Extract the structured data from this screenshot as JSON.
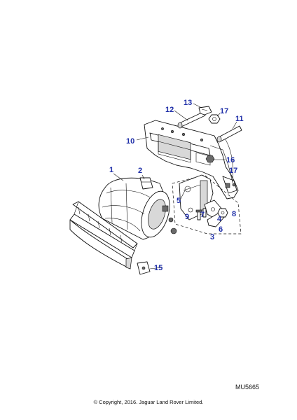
{
  "diagram": {
    "callouts": [
      {
        "id": "c1",
        "label": "1"
      },
      {
        "id": "c2",
        "label": "2"
      },
      {
        "id": "c3",
        "label": "3"
      },
      {
        "id": "c4",
        "label": "4"
      },
      {
        "id": "c5",
        "label": "5"
      },
      {
        "id": "c6",
        "label": "6"
      },
      {
        "id": "c7",
        "label": "7"
      },
      {
        "id": "c8",
        "label": "8"
      },
      {
        "id": "c9",
        "label": "9"
      },
      {
        "id": "c10",
        "label": "10"
      },
      {
        "id": "c11",
        "label": "11"
      },
      {
        "id": "c12",
        "label": "12"
      },
      {
        "id": "c13",
        "label": "13"
      },
      {
        "id": "c15",
        "label": "15"
      },
      {
        "id": "c16",
        "label": "16"
      },
      {
        "id": "c17a",
        "label": "17"
      },
      {
        "id": "c17b",
        "label": "17"
      }
    ],
    "colors": {
      "callout": "#1f2fa8",
      "line": "#111111"
    }
  },
  "footer": {
    "code": "MU5665",
    "copyright": "© Copyright, 2016. Jaguar Land Rover Limited."
  }
}
